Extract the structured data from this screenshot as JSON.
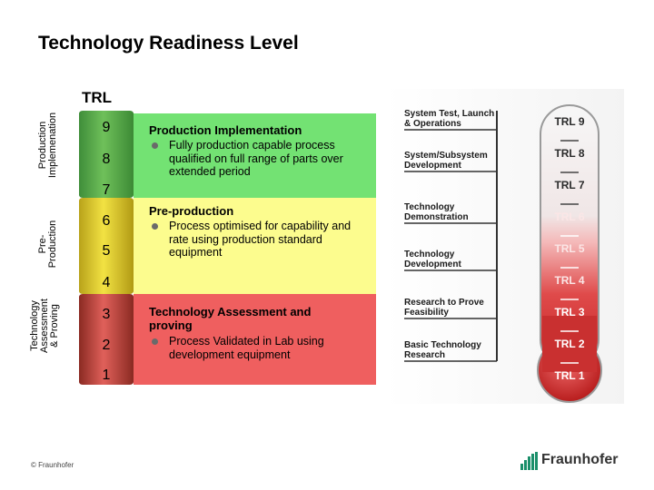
{
  "title": "Technology Readiness Level",
  "trl_heading": "TRL",
  "side_labels": {
    "production": "Production\nImplemenation",
    "preproduction": "Pre-\nProduction",
    "assessment": "Technology\nAssessment\n& Proving"
  },
  "levels": [
    "9",
    "8",
    "7",
    "6",
    "5",
    "4",
    "3",
    "2",
    "1"
  ],
  "panels": {
    "production": {
      "title": "Production Implementation",
      "bullet": "Fully production capable process qualified on full range of parts over extended period"
    },
    "preproduction": {
      "title": "Pre-production",
      "bullet": "Process optimised for capability and rate using production standard equipment"
    },
    "assessment": {
      "title": "Technology Assessment and proving",
      "bullet": "Process Validated in Lab using development equipment"
    }
  },
  "thermometer": {
    "stage_labels": [
      "System Test, Launch\n& Operations",
      "System/Subsystem\nDevelopment",
      "Technology\nDemonstration",
      "Technology\nDevelopment",
      "Research to Prove\nFeasibility",
      "Basic Technology\nResearch"
    ],
    "trl_labels": [
      "TRL 9",
      "TRL 8",
      "TRL 7",
      "TRL 6",
      "TRL 5",
      "TRL 4",
      "TRL 3",
      "TRL 2",
      "TRL 1"
    ]
  },
  "footer": "© Fraunhofer",
  "logo_text": "Fraunhofer",
  "colors": {
    "green": "#73e273",
    "yellow": "#fcfc8e",
    "red": "#ef5f5f",
    "thermo_red": "#cc2b2b"
  }
}
